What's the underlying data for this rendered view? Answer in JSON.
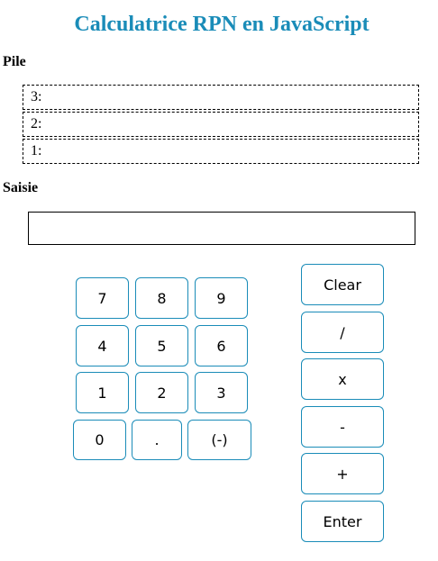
{
  "title": "Calculatrice RPN en JavaScript",
  "stack": {
    "label": "Pile",
    "rows": [
      {
        "label": "3:",
        "value": ""
      },
      {
        "label": "2:",
        "value": ""
      },
      {
        "label": "1:",
        "value": ""
      }
    ]
  },
  "entry": {
    "label": "Saisie",
    "value": ""
  },
  "keypad": {
    "k7": "7",
    "k8": "8",
    "k9": "9",
    "k4": "4",
    "k5": "5",
    "k6": "6",
    "k1": "1",
    "k2": "2",
    "k3": "3",
    "k0": "0",
    "dot": ".",
    "neg": "(-)"
  },
  "operations": {
    "clear": "Clear",
    "divide": "/",
    "multiply": "x",
    "subtract": "-",
    "add": "+",
    "enter": "Enter"
  },
  "colors": {
    "accent": "#1a8cb8"
  }
}
